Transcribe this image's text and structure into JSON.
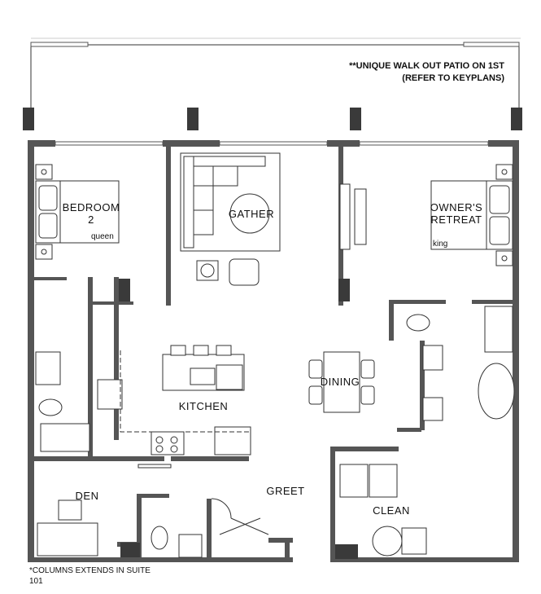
{
  "notes": {
    "patio_line1": "**UNIQUE WALK OUT PATIO ON 1ST",
    "patio_line2": "(REFER TO KEYPLANS)",
    "columns_line1": "*COLUMNS EXTENDS IN SUITE",
    "columns_line2": "101"
  },
  "rooms": {
    "bedroom2_line1": "BEDROOM",
    "bedroom2_line2": "2",
    "bedroom2_bed": "queen",
    "gather": "GATHER",
    "owners_line1": "OWNER'S",
    "owners_line2": "RETREAT",
    "owners_bed": "king",
    "kitchen": "KITCHEN",
    "dining": "DINING",
    "den": "DEN",
    "greet": "GREET",
    "clean": "CLEAN"
  },
  "colors": {
    "wall": "#555555",
    "column": "#3a3a3a",
    "line": "#222222"
  }
}
